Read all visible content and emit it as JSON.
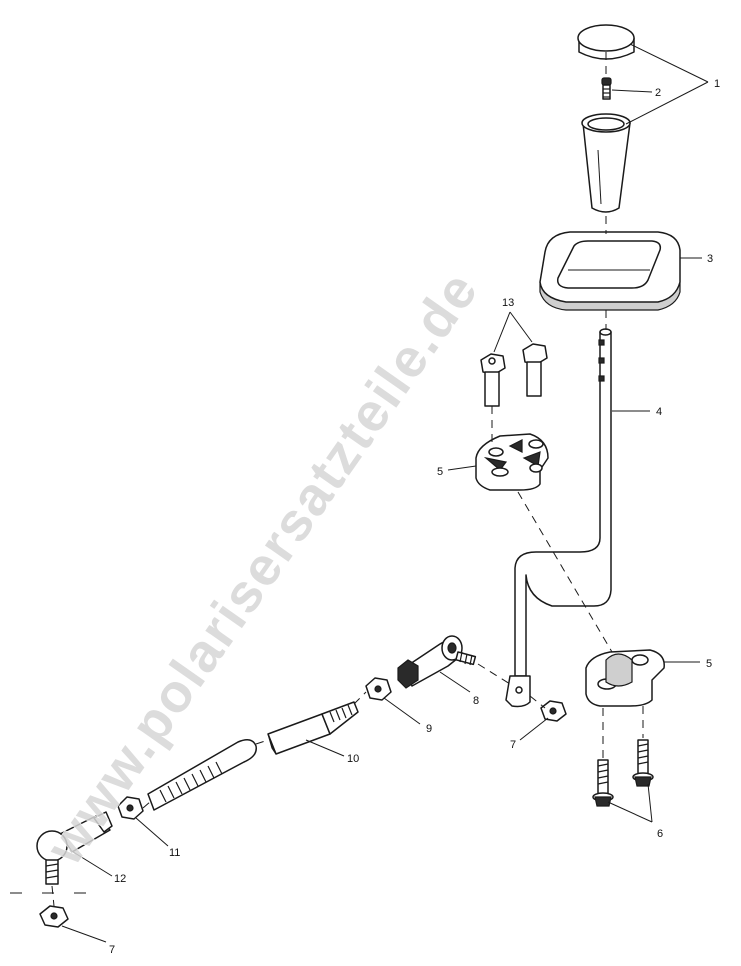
{
  "watermark": "www.polarisersatzteile.de",
  "callouts": {
    "c1": "1",
    "c2": "2",
    "c3": "3",
    "c4": "4",
    "c5a": "5",
    "c5b": "5",
    "c6": "6",
    "c7a": "7",
    "c7b": "7",
    "c8": "8",
    "c9": "9",
    "c10": "10",
    "c11": "11",
    "c12": "12",
    "c13": "13"
  }
}
